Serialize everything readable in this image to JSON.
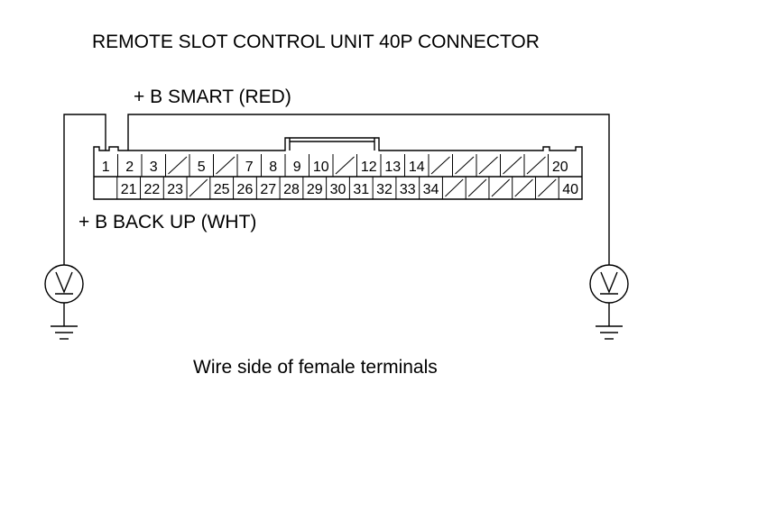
{
  "diagram": {
    "title": "REMOTE SLOT CONTROL UNIT 40P CONNECTOR",
    "smart_label": "+ B SMART (RED)",
    "backup_label": "+ B BACK UP (WHT)",
    "caption": "Wire side of female terminals",
    "meter_left_symbol": "V",
    "meter_right_symbol": "V",
    "top_row": [
      "1",
      "2",
      "3",
      "",
      "5",
      "",
      "7",
      "8",
      "9",
      "10",
      "",
      "12",
      "13",
      "14",
      "",
      "",
      "",
      "",
      "",
      "20"
    ],
    "bottom_row": [
      "",
      "21",
      "22",
      "23",
      "",
      "25",
      "26",
      "27",
      "28",
      "29",
      "30",
      "31",
      "32",
      "33",
      "34",
      "",
      "",
      "",
      "",
      "",
      "40"
    ],
    "ink_color": "#000000"
  }
}
